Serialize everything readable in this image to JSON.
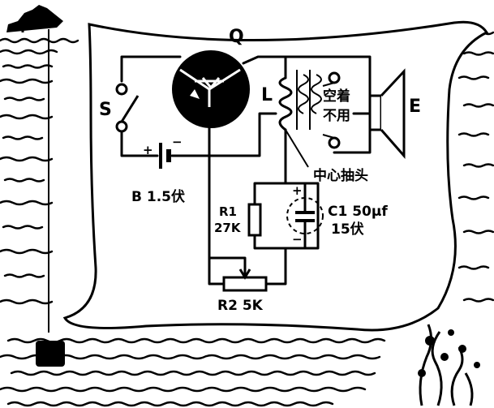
{
  "diagram": {
    "labels": {
      "transistor": "Q",
      "switch": "S",
      "inductor": "L",
      "speaker": "E",
      "tap_note": "中心抽头",
      "unused_line1": "空着",
      "unused_line2": "不用",
      "battery": "B 1.5伏",
      "r1_name": "R1",
      "r1_value": "27K",
      "r2": "R2 5K",
      "c1_name": "C1 50μf",
      "c1_voltage": "15伏",
      "battery_plus": "+",
      "battery_minus": "−",
      "cap_plus": "+",
      "cap_minus": "−"
    },
    "colors": {
      "ink": "#000000",
      "paper": "#ffffff"
    }
  }
}
